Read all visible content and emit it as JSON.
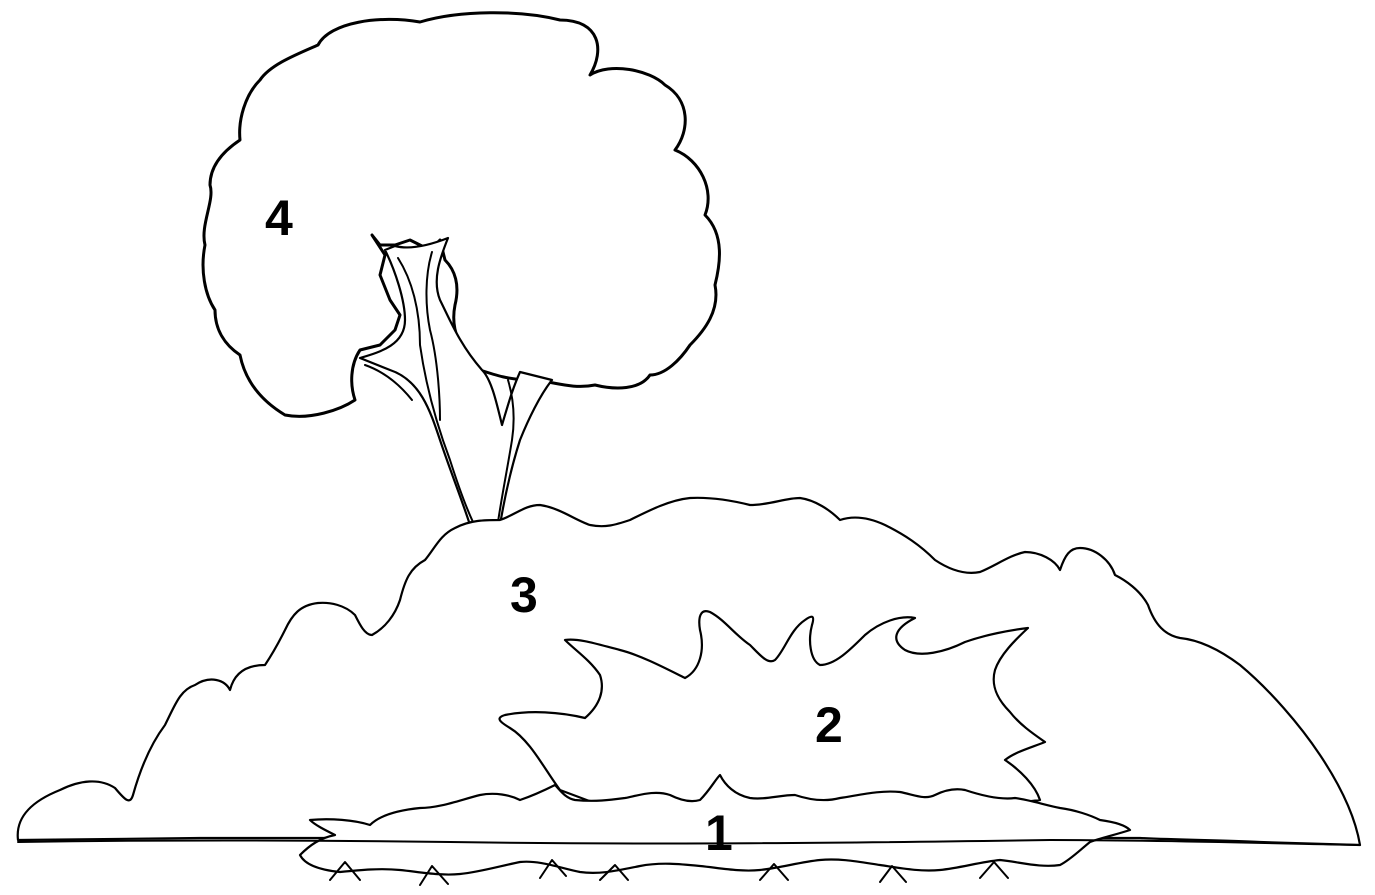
{
  "diagram": {
    "layers": [
      {
        "label": "4"
      },
      {
        "label": "3"
      },
      {
        "label": "2"
      },
      {
        "label": "1"
      }
    ]
  }
}
